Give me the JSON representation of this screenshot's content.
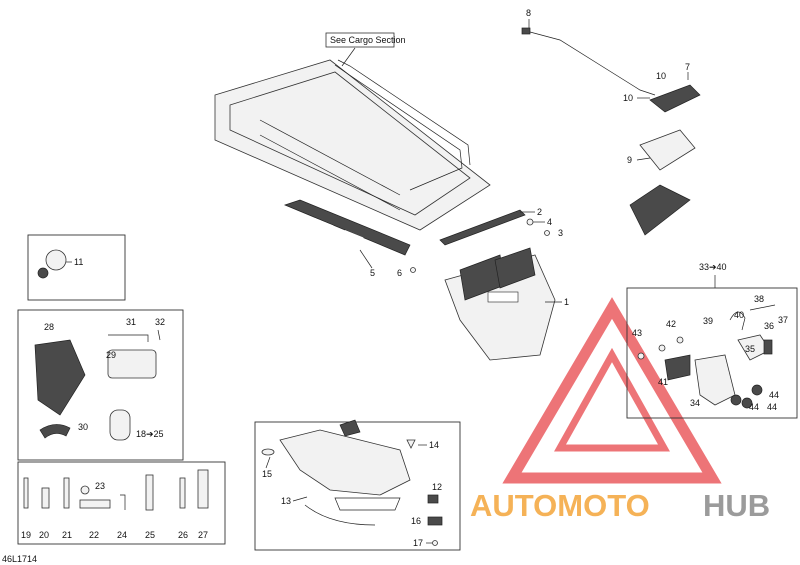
{
  "see_cargo_section": "See Cargo Section",
  "diagram_code": "46L1714",
  "watermark": {
    "text_part1": "AUTOMOTO",
    "text_part2": "HUB",
    "color_primary": "#f4a53a",
    "color_secondary": "#8a8a8a",
    "triangle_color": "#e8464a"
  },
  "callouts": {
    "c1": "1",
    "c2": "2",
    "c3": "3",
    "c4": "4",
    "c5": "5",
    "c6": "6",
    "c7": "7",
    "c8": "8",
    "c9": "9",
    "c10a": "10",
    "c10b": "10",
    "c11": "11",
    "c12": "12",
    "c13": "13",
    "c14": "14",
    "c15": "15",
    "c16": "16",
    "c17": "17",
    "c18_25": "18➔25",
    "c19": "19",
    "c20": "20",
    "c21": "21",
    "c22": "22",
    "c23": "23",
    "c24": "24",
    "c25": "25",
    "c26": "26",
    "c27": "27",
    "c28": "28",
    "c29": "29",
    "c30": "30",
    "c31": "31",
    "c32": "32",
    "c33_40": "33➔40",
    "c34": "34",
    "c35": "35",
    "c36": "36",
    "c37": "37",
    "c38": "38",
    "c39": "39",
    "c40": "40",
    "c41": "41",
    "c42": "42",
    "c43": "43",
    "c44a": "44",
    "c44b": "44",
    "c44c": "44"
  }
}
